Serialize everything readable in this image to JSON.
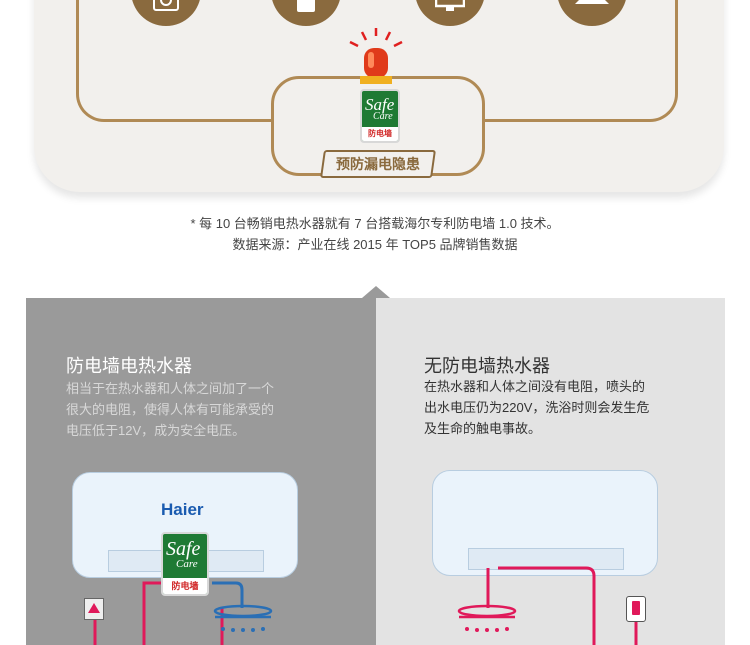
{
  "top": {
    "label": "预防漏电隐患",
    "badge": {
      "safe": "Safe",
      "care": "Care",
      "cn": "防电墙"
    }
  },
  "footnotes": [
    "* 每 10 台畅销电热水器就有 7 台搭载海尔专利防电墙 1.0 技术。",
    "数据来源：产业在线 2015 年 TOP5 品牌销售数据"
  ],
  "left_panel": {
    "title": "防电墙电热水器",
    "desc_lines": [
      "相当于在热水器和人体之间加了一个",
      "很大的电阻，使得人体有可能承受的",
      "电压低于12V，成为安全电压。"
    ],
    "brand": "Haier",
    "badge": {
      "safe": "Safe",
      "care": "Care",
      "cn": "防电墙"
    }
  },
  "right_panel": {
    "title": "无防电墙热水器",
    "desc_lines": [
      "在热水器和人体之间没有电阻，喷头的",
      "出水电压仍为220V，洗浴时则会发生危",
      "及生命的触电事故。"
    ]
  },
  "colors": {
    "accent_brown": "#8a6a3e",
    "frame_brown": "#b08a55",
    "danger_red": "#e0195a",
    "water_blue": "#2a6fb5",
    "badge_green": "#1f7a34"
  },
  "icons": [
    "washer-icon",
    "tablet-icon",
    "monitor-icon",
    "range-hood-icon",
    "alarm-light-icon",
    "socket-icon",
    "plug-icon",
    "shower-head-icon"
  ]
}
